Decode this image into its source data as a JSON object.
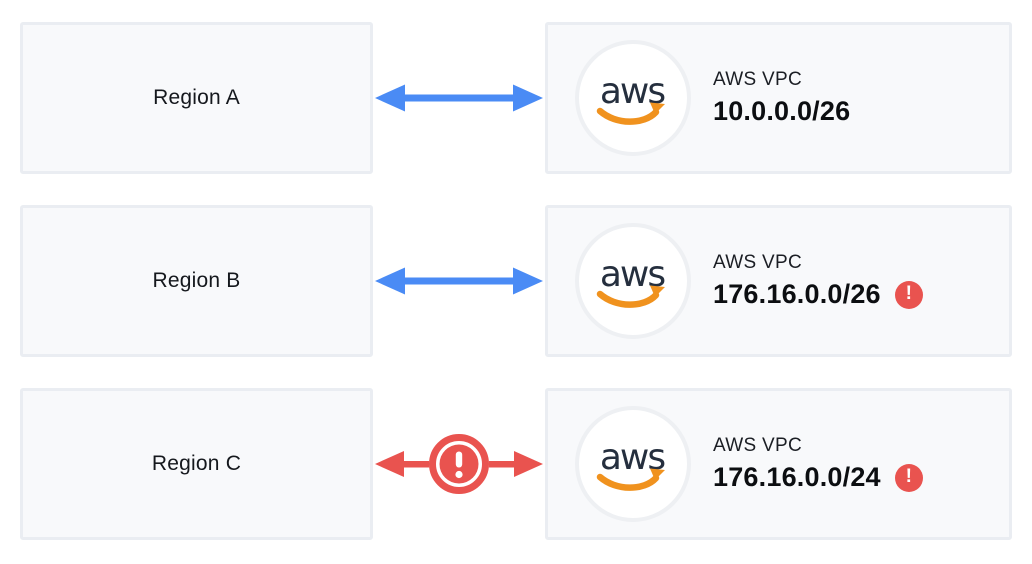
{
  "colors": {
    "link_ok": "#4a8bf5",
    "link_error": "#e9534f",
    "warning_badge": "#e9534f",
    "aws_navy": "#252f3e",
    "aws_orange": "#f0921e",
    "node_background": "#f8f9fb",
    "node_border": "#eaedf2",
    "white": "#ffffff"
  },
  "icons": {
    "aws_logo_text": "aws",
    "exclamation": "!"
  },
  "rows": [
    {
      "region_label": "Region A",
      "link": {
        "type": "bidirectional-arrow",
        "status": "ok"
      },
      "vpc": {
        "label": "AWS VPC",
        "cidr": "10.0.0.0/26",
        "warning": false
      }
    },
    {
      "region_label": "Region B",
      "link": {
        "type": "bidirectional-arrow",
        "status": "ok"
      },
      "vpc": {
        "label": "AWS VPC",
        "cidr": "176.16.0.0/26",
        "warning": true
      }
    },
    {
      "region_label": "Region C",
      "link": {
        "type": "bidirectional-arrow",
        "status": "error"
      },
      "vpc": {
        "label": "AWS VPC",
        "cidr": "176.16.0.0/24",
        "warning": true
      }
    }
  ]
}
